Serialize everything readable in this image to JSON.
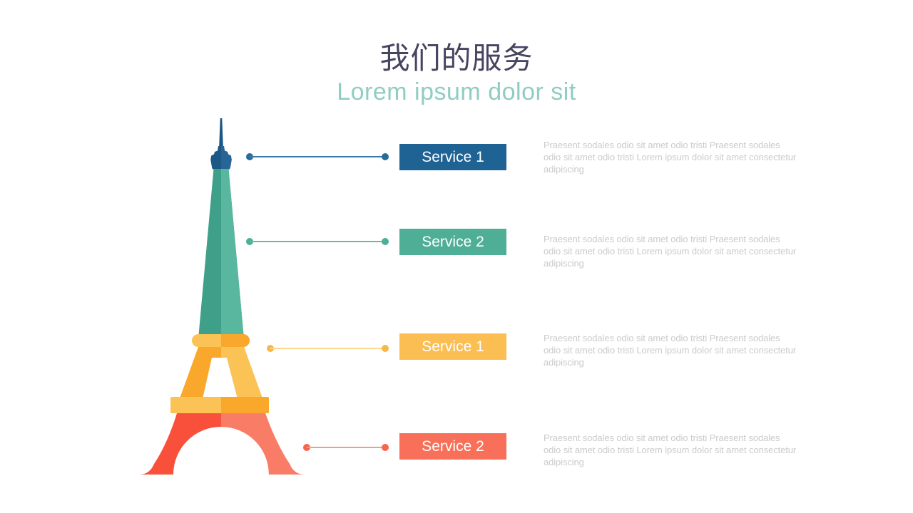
{
  "slide": {
    "title": "我们的服务",
    "subtitle": "Lorem ipsum dolor sit",
    "background_color": "#ffffff",
    "title_color": "#474460",
    "subtitle_color": "#8fcdc2",
    "description_color": "#cbcbcb"
  },
  "services": [
    {
      "label": "Service 1",
      "description": "Praesent sodales odio sit amet odio tristi Praesent sodales odio sit amet odio tristi Lorem ipsum dolor sit amet consectetur adipiscing",
      "color": "#1f6394"
    },
    {
      "label": "Service 2",
      "description": "Praesent sodales odio sit amet odio tristi Praesent sodales odio sit amet odio tristi Lorem ipsum dolor sit amet consectetur adipiscing",
      "color": "#4eae96"
    },
    {
      "label": "Service 1",
      "description": "Praesent sodales odio sit amet odio tristi Praesent sodales odio sit amet odio tristi Lorem ipsum dolor sit amet consectetur adipiscing",
      "color": "#fbbe53"
    },
    {
      "label": "Service 2",
      "description": "Praesent sodales odio sit amet odio tristi Praesent sodales odio sit amet odio tristi Lorem ipsum dolor sit amet consectetur adipiscing",
      "color": "#f87059"
    }
  ],
  "illustration": {
    "name": "eiffel-tower",
    "palette": {
      "blue_dark": "#1d5785",
      "blue_light": "#276596",
      "teal_dark": "#3fa089",
      "teal_light": "#5ab79f",
      "yellow_dark": "#f9a82b",
      "yellow_light": "#fbc355",
      "red_dark": "#f8503a",
      "red_light": "#f97d66"
    }
  }
}
